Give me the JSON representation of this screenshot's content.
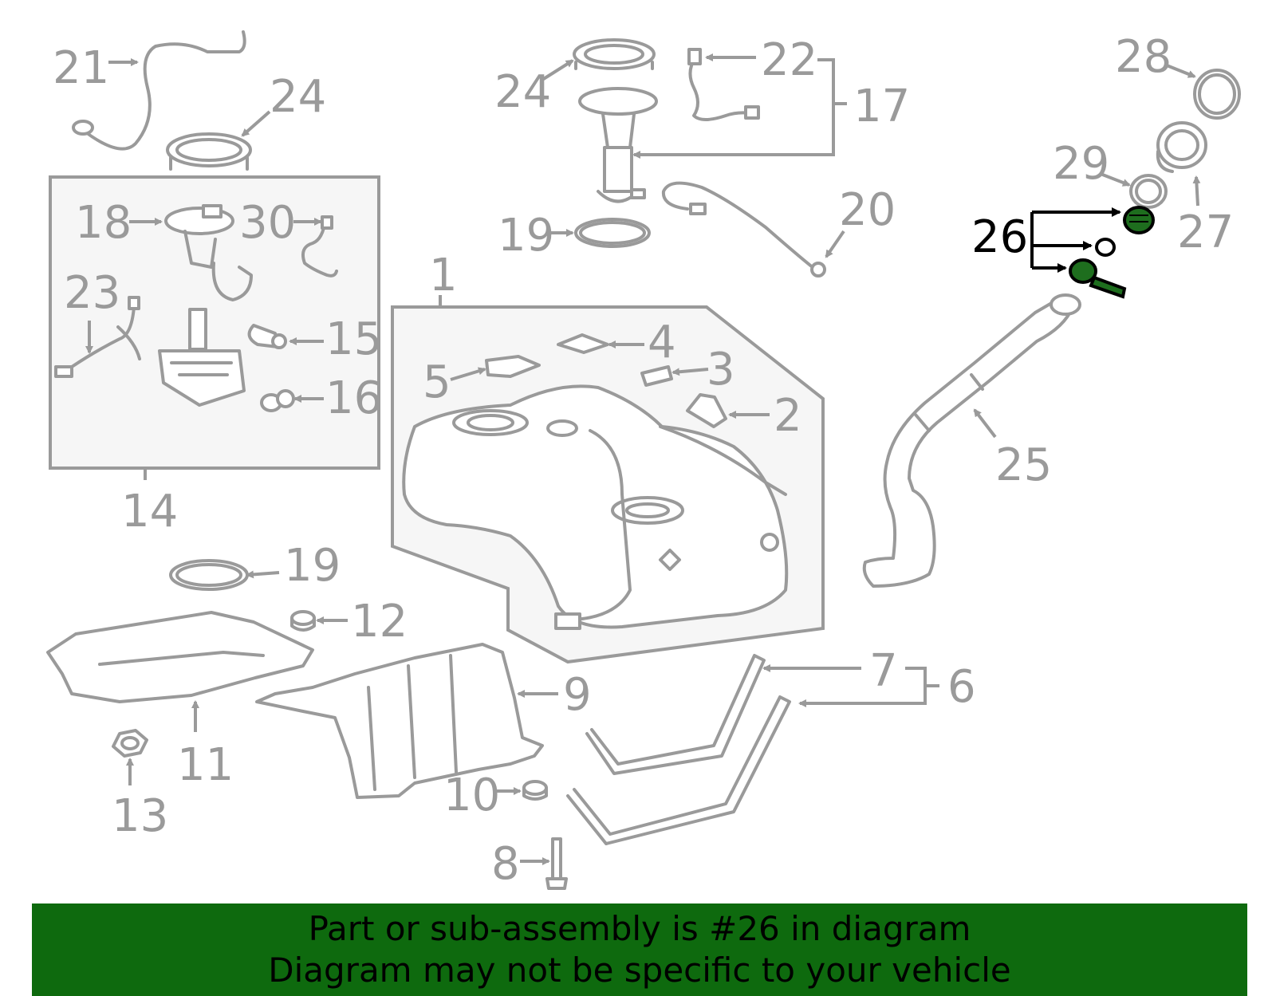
{
  "diagram": {
    "labels": {
      "l1": "1",
      "l2": "2",
      "l3": "3",
      "l4": "4",
      "l5": "5",
      "l6": "6",
      "l7": "7",
      "l8": "8",
      "l9": "9",
      "l10": "10",
      "l11": "11",
      "l12": "12",
      "l13": "13",
      "l14": "14",
      "l15": "15",
      "l16": "16",
      "l17": "17",
      "l18": "18",
      "l19a": "19",
      "l19b": "19",
      "l20": "20",
      "l21": "21",
      "l22": "22",
      "l23": "23",
      "l24a": "24",
      "l24b": "24",
      "l25": "25",
      "l26": "26",
      "l27": "27",
      "l28": "28",
      "l29": "29",
      "l30": "30"
    },
    "highlighted_part": "26",
    "colors": {
      "line": "#9a9a9a",
      "highlight": "#1e6e1e",
      "banner": "#0e6a0e",
      "box_fill": "#f6f6f6"
    }
  },
  "banner": {
    "line1": "Part or sub-assembly is #26 in diagram",
    "line2": "Diagram may not be specific to your vehicle"
  }
}
